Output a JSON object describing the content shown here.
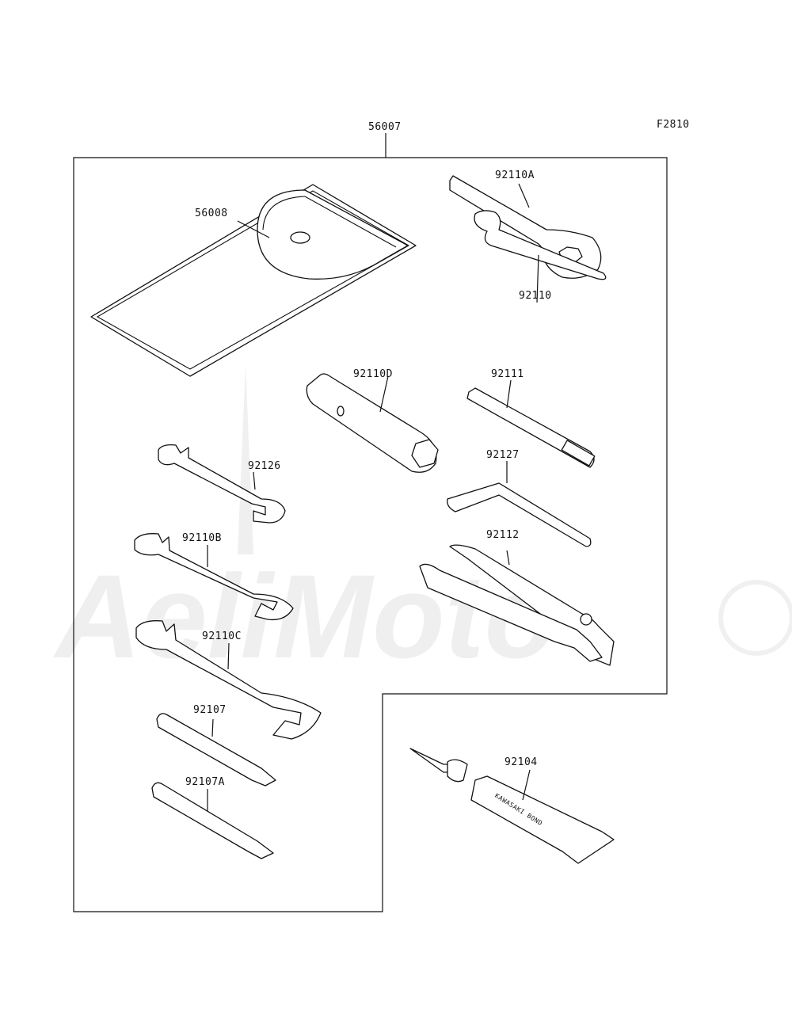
{
  "figure_code": "F2810",
  "assembly_ref": "56007",
  "watermark_text": "AeliMoto",
  "parts": [
    {
      "id": "56008"
    },
    {
      "id": "92110A"
    },
    {
      "id": "92110"
    },
    {
      "id": "92110D"
    },
    {
      "id": "92111"
    },
    {
      "id": "92126"
    },
    {
      "id": "92127"
    },
    {
      "id": "92110B"
    },
    {
      "id": "92112"
    },
    {
      "id": "92110C"
    },
    {
      "id": "92107"
    },
    {
      "id": "92107A"
    },
    {
      "id": "92104",
      "tube_text": "KAWASAKI BOND"
    }
  ]
}
